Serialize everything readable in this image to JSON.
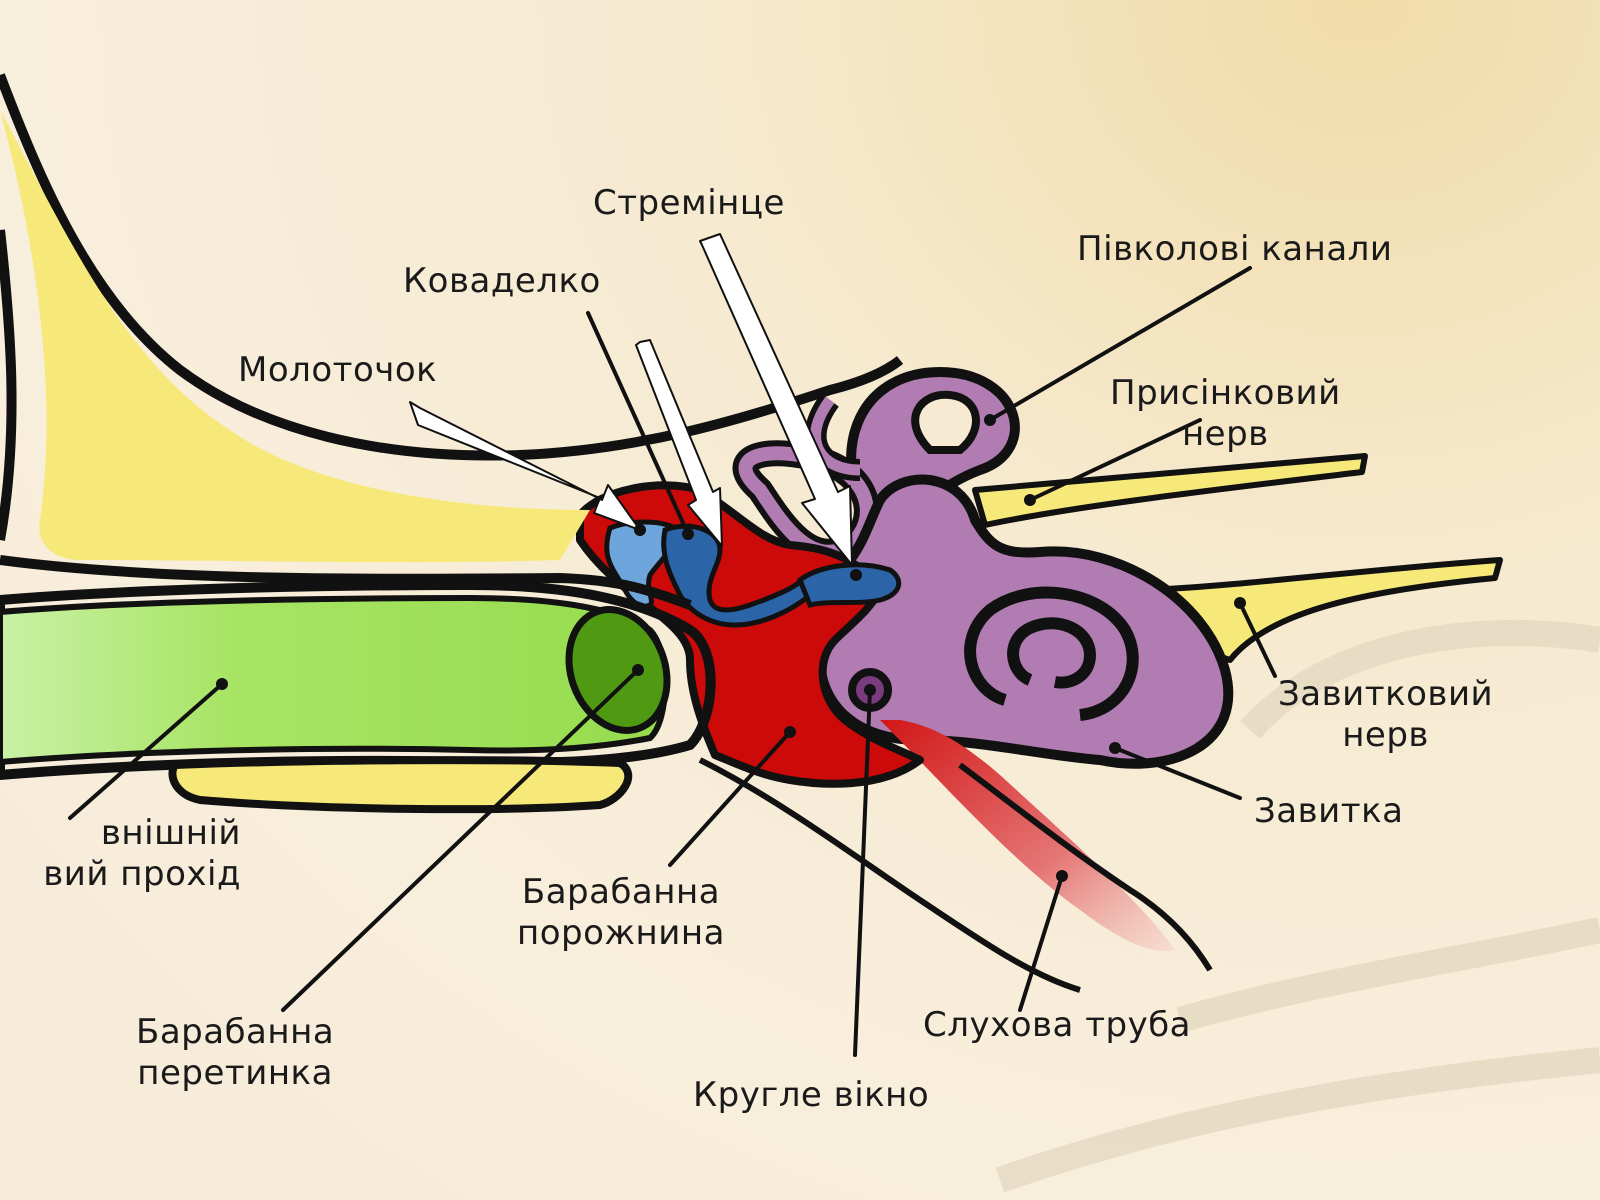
{
  "labels": {
    "stapes": "Стремінце",
    "incus": "Коваделко",
    "malleus": "Молоточок",
    "semicircular": "Півколові канали",
    "vestibular_nerve": [
      "Присінковий",
      "нерв"
    ],
    "cochlear_nerve": [
      "Завитковий",
      "нерв"
    ],
    "cochlea": "Завитка",
    "eustachian": "Слухова труба",
    "round_window": "Кругле вікно",
    "tympanic_cavity": [
      "Барабанна",
      "порожнина"
    ],
    "eardrum": [
      "Барабанна",
      "перетинка"
    ],
    "ear_canal": [
      "внішній",
      "вий прохід"
    ]
  },
  "colors": {
    "yellow": "#f7e87a",
    "green": "#a4e05c",
    "dark_green": "#4f9a12",
    "red": "#cc0a0a",
    "blue_light": "#6fa5dd",
    "blue_dark": "#2c64a8",
    "purple": "#b07cb2",
    "outline": "#111111"
  }
}
